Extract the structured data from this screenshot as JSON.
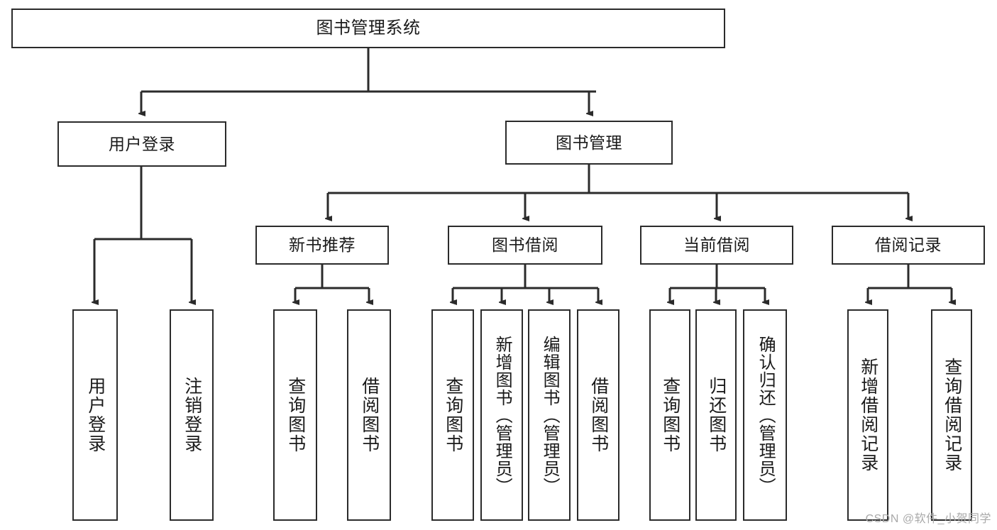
{
  "diagram": {
    "title": "图书管理系统",
    "watermark": "CSDN @软件_小贺同学",
    "colors": {
      "border": "#2b2b2b",
      "background": "#ffffff",
      "text": "#1a1a1a",
      "connector": "#2b2b2b",
      "watermark": "#a9a9a9"
    },
    "root": {
      "label": "图书管理系统"
    },
    "level2": [
      {
        "label": "用户登录"
      },
      {
        "label": "图书管理"
      }
    ],
    "level3": [
      {
        "label": "新书推荐"
      },
      {
        "label": "图书借阅"
      },
      {
        "label": "当前借阅"
      },
      {
        "label": "借阅记录"
      }
    ],
    "leaves": {
      "user_login": [
        {
          "label": "用户登录"
        },
        {
          "label": "注销登录"
        }
      ],
      "new_book_recommend": [
        {
          "label": "查询图书"
        },
        {
          "label": "借阅图书"
        }
      ],
      "book_borrow": [
        {
          "label": "查询图书"
        },
        {
          "label": "新增图书（管理员）"
        },
        {
          "label": "编辑图书（管理员）"
        },
        {
          "label": "借阅图书"
        }
      ],
      "current_borrow": [
        {
          "label": "查询图书"
        },
        {
          "label": "归还图书"
        },
        {
          "label": "确认归还（管理员）"
        }
      ],
      "borrow_records": [
        {
          "label": "新增借阅记录"
        },
        {
          "label": "查询借阅记录"
        }
      ]
    }
  }
}
